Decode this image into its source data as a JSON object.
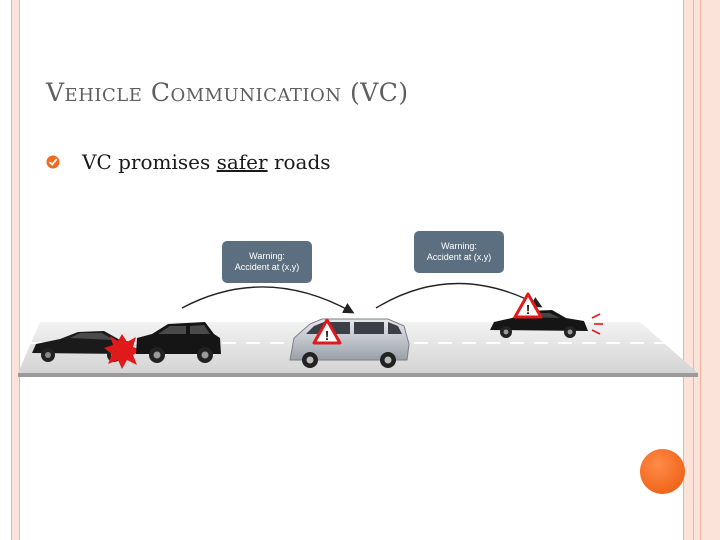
{
  "slide": {
    "title": "Vehicle Communication (VC)",
    "bullet": {
      "pre": "VC promises ",
      "underlined": "safer",
      "post": " roads"
    }
  },
  "diagram": {
    "warning_left": {
      "line1": "Warning:",
      "line2": "Accident at (x,y)"
    },
    "warning_right": {
      "line1": "Warning:",
      "line2": "Accident at (x,y)"
    },
    "alert_symbol": "!"
  },
  "colors": {
    "accent": "#f26a1e",
    "frame": "#fbe3d9",
    "warning_box": "#5c6f80",
    "alert_red": "#e01a1a"
  }
}
